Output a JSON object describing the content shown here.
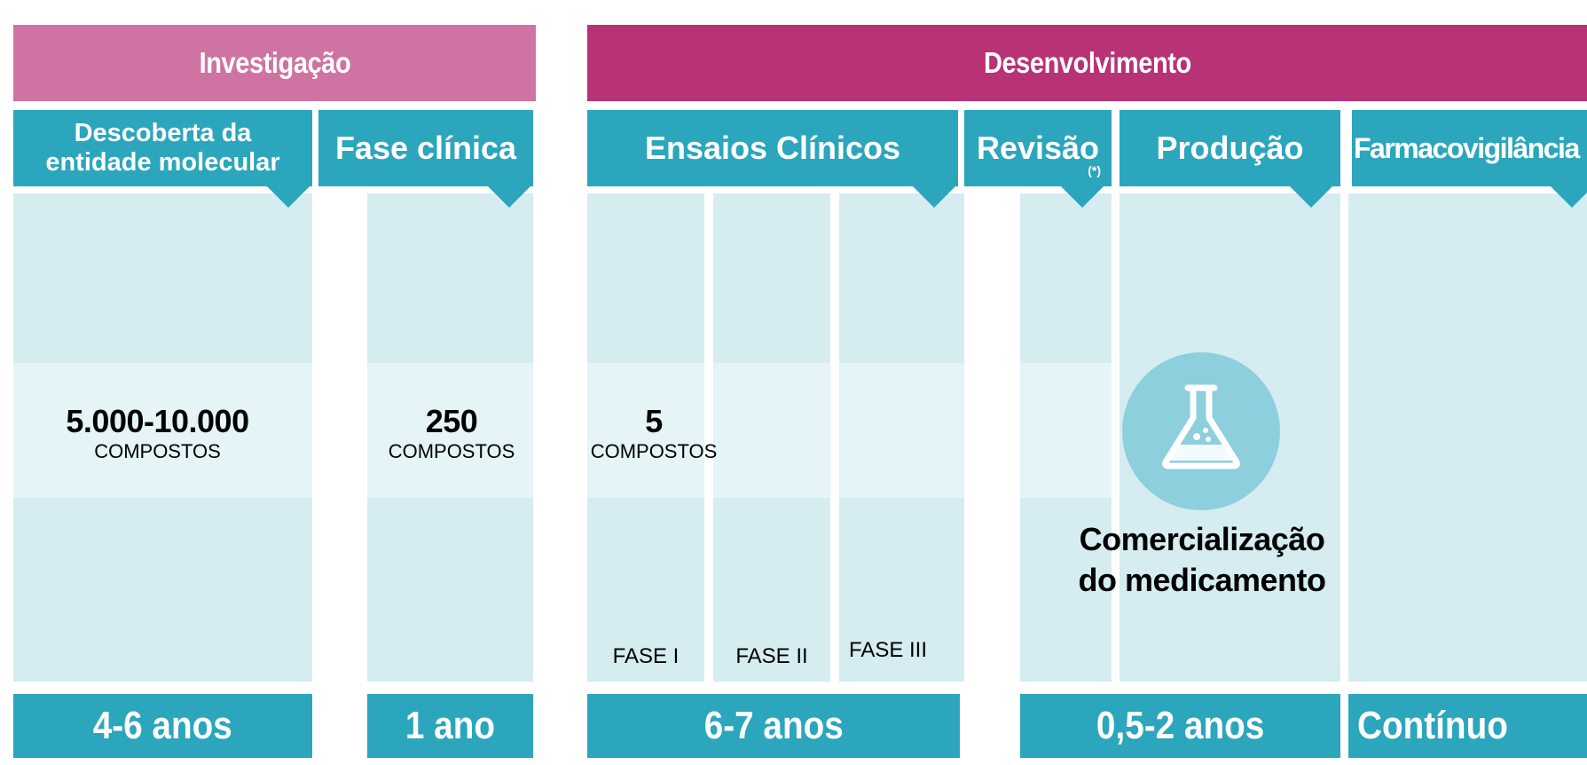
{
  "stages": {
    "investigacao": "Investigação",
    "desenvolvimento": "Desenvolvimento"
  },
  "phases": {
    "descoberta": "Descoberta da entidade molecular",
    "fase_clinica": "Fase clínica",
    "ensaios": "Ensaios Clínicos",
    "revisao": "Revisão",
    "revisao_note": "(*)",
    "producao": "Produção",
    "farmacovigilancia": "Farmacovigilância"
  },
  "compounds": [
    {
      "number": "5.000-10.000",
      "label": "COMPOSTOS"
    },
    {
      "number": "250",
      "label": "COMPOSTOS"
    },
    {
      "number": "5",
      "label": "COMPOSTOS"
    }
  ],
  "trial_phases": [
    "FASE I",
    "FASE II",
    "FASE III"
  ],
  "commercialization": "Comercialização do medicamento",
  "icons": {
    "flask": "flask-icon"
  },
  "durations": {
    "descoberta": "4-6 anos",
    "fase_clinica": "1 ano",
    "ensaios": "6-7 anos",
    "revisao_producao": "0,5-2 anos",
    "farmacovigilancia": "Contínuo"
  },
  "colors": {
    "investigacao": "#cf73a2",
    "desenvolvimento": "#b83276",
    "teal": "#2ba6bc",
    "column": "#d5ecf1",
    "flask_circle": "#8dcfdd"
  }
}
